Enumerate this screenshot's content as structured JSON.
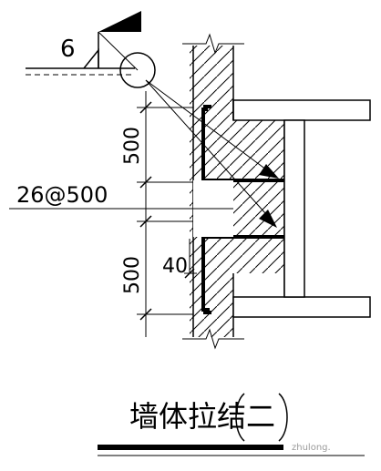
{
  "drawing": {
    "weld_size": "6",
    "dimensions": {
      "upper_spacing": "500",
      "lower_spacing": "500",
      "bend_length": "40"
    },
    "rebar_callout": "26@500",
    "caption": {
      "title": "墙体拉结",
      "number": "二"
    },
    "watermark": "zhulong."
  }
}
